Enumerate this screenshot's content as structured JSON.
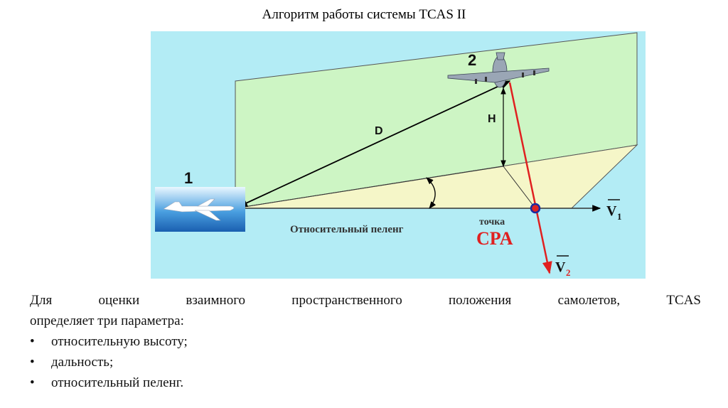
{
  "title": "Алгоритм работы системы TCAS II",
  "diagram": {
    "label_aircraft_1": "1",
    "label_aircraft_2": "2",
    "label_D": "D",
    "label_H": "H",
    "label_bearing": "Относительный пеленг",
    "label_point": "точка",
    "label_cpa": "CPA",
    "label_v1": "V",
    "label_v1_sub": "1",
    "label_v2": "V",
    "label_v2_sub": "2",
    "colors": {
      "sky": "#b3ecf5",
      "plane_green": "#cdf5c4",
      "ground": "#f5f6c8",
      "trajectory": "#e02020",
      "cpa_point": "#1a2aa0"
    }
  },
  "text": {
    "intro_line1": "Для оценки взаимного пространственного положения самолетов, TCAS",
    "intro_line2": "определяет три параметра:",
    "bullets": [
      "относительную высоту;",
      "дальность;",
      "относительный пеленг."
    ],
    "bullet_symbol": "•"
  }
}
